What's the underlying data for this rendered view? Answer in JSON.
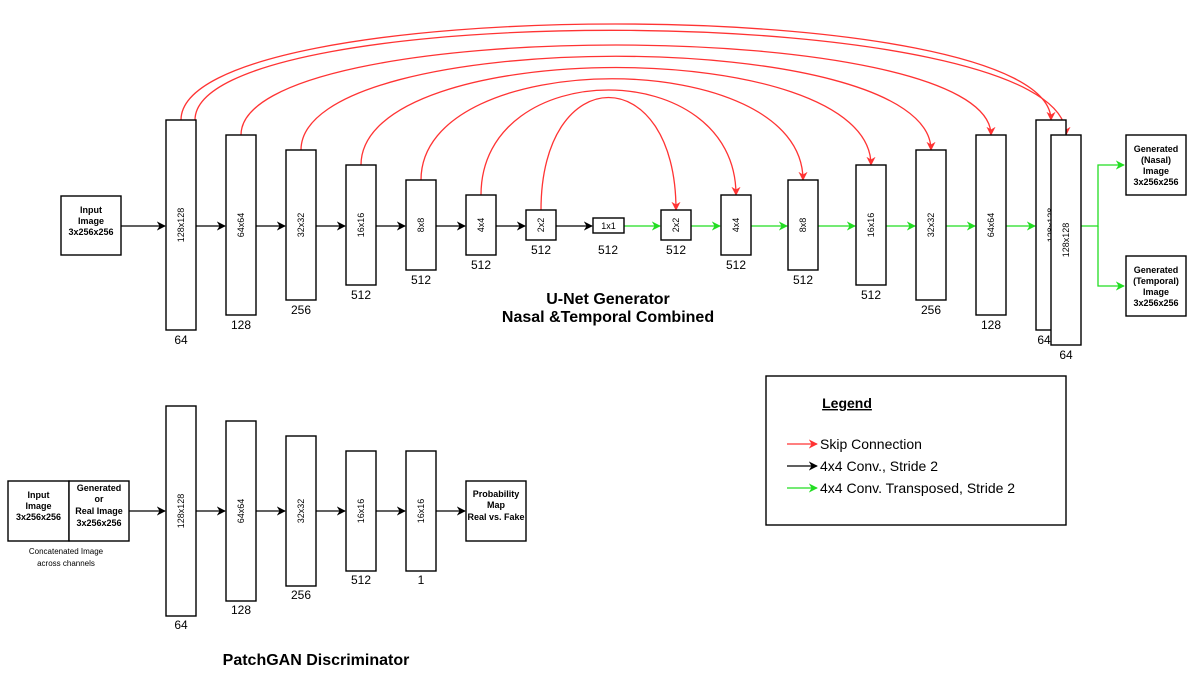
{
  "colors": {
    "skip": "#ff3333",
    "conv": "#000000",
    "transposed": "#22dd22"
  },
  "generator": {
    "title_line1": "U-Net Generator",
    "title_line2": "Nasal &Temporal Combined",
    "input": [
      "Input",
      "Image",
      "3x256x256"
    ],
    "encoder": [
      {
        "label": "128x128",
        "channels": "64"
      },
      {
        "label": "64x64",
        "channels": "128"
      },
      {
        "label": "32x32",
        "channels": "256"
      },
      {
        "label": "16x16",
        "channels": "512"
      },
      {
        "label": "8x8",
        "channels": "512"
      },
      {
        "label": "4x4",
        "channels": "512"
      },
      {
        "label": "2x2",
        "channels": "512"
      }
    ],
    "bottleneck": {
      "label": "1x1",
      "channels": "512"
    },
    "decoder": [
      {
        "label": "2x2",
        "channels": "512"
      },
      {
        "label": "4x4",
        "channels": "512"
      },
      {
        "label": "8x8",
        "channels": "512"
      },
      {
        "label": "16x16",
        "channels": "512"
      },
      {
        "label": "32x32",
        "channels": "256"
      },
      {
        "label": "64x64",
        "channels": "128"
      }
    ],
    "final_back": {
      "label": "128x128",
      "channels": "64"
    },
    "final_front": {
      "label": "128x128",
      "channels": "64"
    },
    "output_nasal": [
      "Generated",
      "(Nasal)",
      "Image",
      "3x256x256"
    ],
    "output_temporal": [
      "Generated",
      "(Temporal)",
      "Image",
      "3x256x256"
    ]
  },
  "discriminator": {
    "title": "PatchGAN Discriminator",
    "input_left": [
      "Input",
      "Image",
      "3x256x256"
    ],
    "input_right": [
      "Generated",
      "or",
      "Real Image",
      "3x256x256"
    ],
    "caption": [
      "Concatenated Image",
      "across channels"
    ],
    "layers": [
      {
        "label": "128x128",
        "channels": "64"
      },
      {
        "label": "64x64",
        "channels": "128"
      },
      {
        "label": "32x32",
        "channels": "256"
      },
      {
        "label": "16x16",
        "channels": "512"
      },
      {
        "label": "16x16",
        "channels": "1"
      }
    ],
    "output": [
      "Probability",
      "Map",
      "Real vs. Fake"
    ]
  },
  "legend": {
    "title": "Legend",
    "items": [
      {
        "label": "Skip Connection",
        "color": "#ff3333"
      },
      {
        "label": "4x4 Conv., Stride 2",
        "color": "#000000"
      },
      {
        "label": "4x4 Conv. Transposed, Stride 2",
        "color": "#22dd22"
      }
    ]
  }
}
